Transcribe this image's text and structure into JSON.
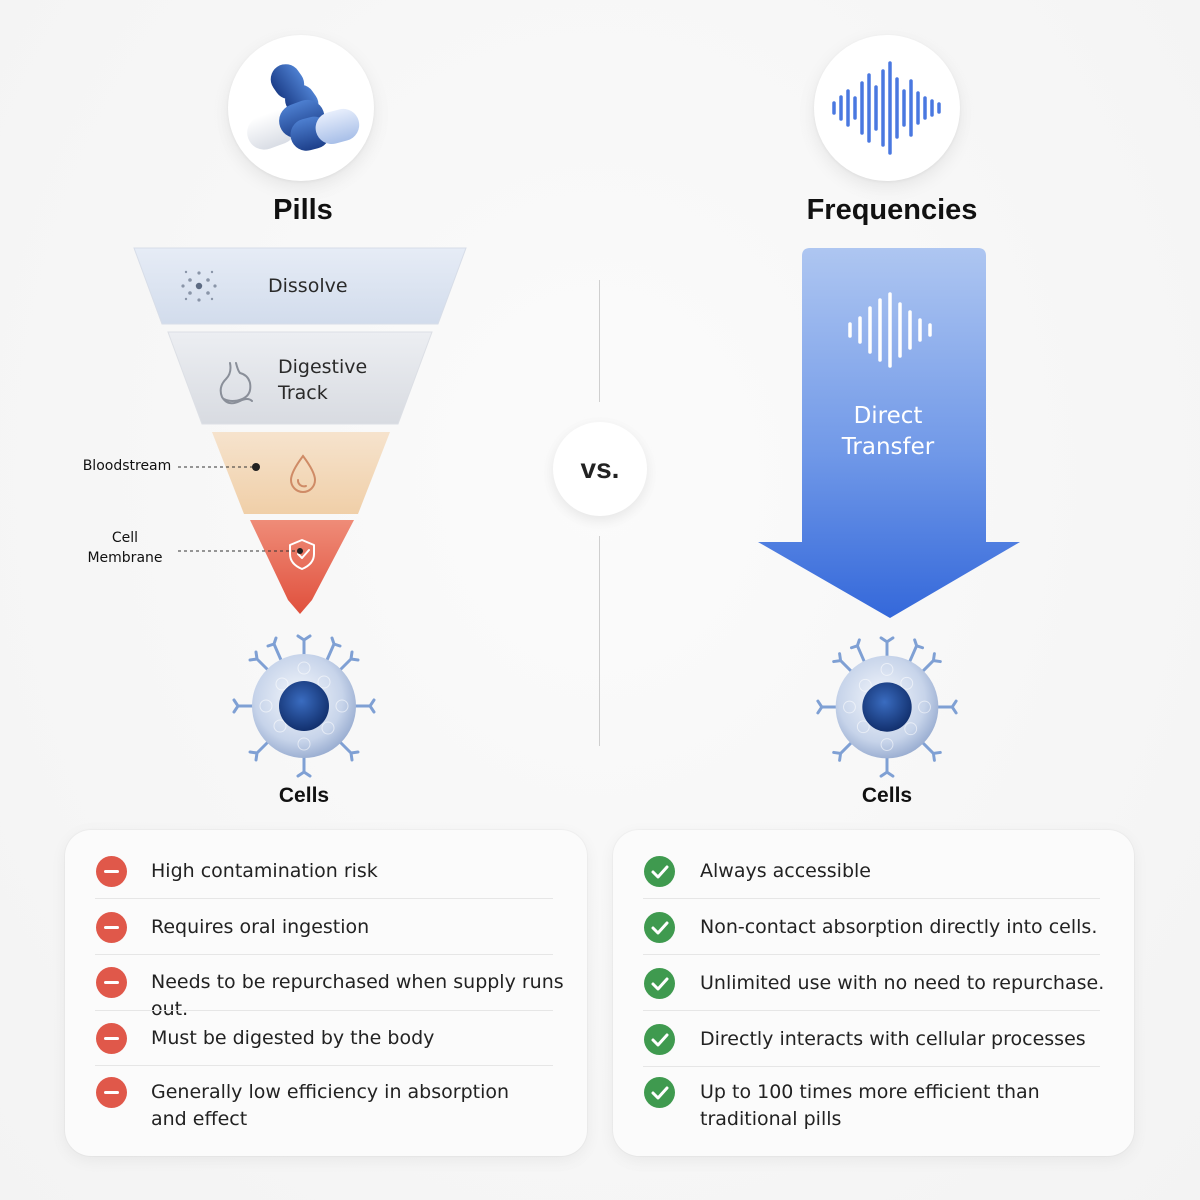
{
  "left": {
    "title": "Pills",
    "stages": [
      {
        "label": "Dissolve"
      },
      {
        "label_line1": "Digestive",
        "label_line2": "Track"
      }
    ],
    "callouts": {
      "bloodstream": "Bloodstream",
      "cell_membrane_line1": "Cell",
      "cell_membrane_line2": "Membrane"
    },
    "cells_label": "Cells",
    "list": [
      {
        "text": "High contamination risk"
      },
      {
        "text": "Requires oral ingestion"
      },
      {
        "text": "Needs to be repurchased when supply runs out."
      },
      {
        "text": "Must be digested by the body"
      },
      {
        "text_line1": "Generally low efficiency in absorption",
        "text_line2": "and effect"
      }
    ]
  },
  "center": {
    "vs": "vs."
  },
  "right": {
    "title": "Frequencies",
    "arrow_label_line1": "Direct",
    "arrow_label_line2": "Transfer",
    "cells_label": "Cells",
    "list": [
      {
        "text": "Always accessible"
      },
      {
        "text": "Non-contact absorption directly into cells."
      },
      {
        "text": "Unlimited use with no need to repurchase."
      },
      {
        "text": "Directly interacts with cellular processes"
      },
      {
        "text_line1": "Up to 100 times more efficient than",
        "text_line2": "traditional pills"
      }
    ]
  },
  "colors": {
    "negative": "#e0584a",
    "positive": "#3f9a4f",
    "arrow_top": "#a9c2ef",
    "arrow_bottom": "#3a6ee0",
    "cell_nucleus": "#1f4f9e"
  },
  "icons": {
    "pills": "capsules-icon",
    "frequencies": "sound-wave-icon",
    "dissolve": "dots-dissolve-icon",
    "digestive": "stomach-icon",
    "bloodstream": "drop-icon",
    "membrane": "shield-icon",
    "negative": "minus-circle-icon",
    "positive": "check-circle-icon"
  }
}
